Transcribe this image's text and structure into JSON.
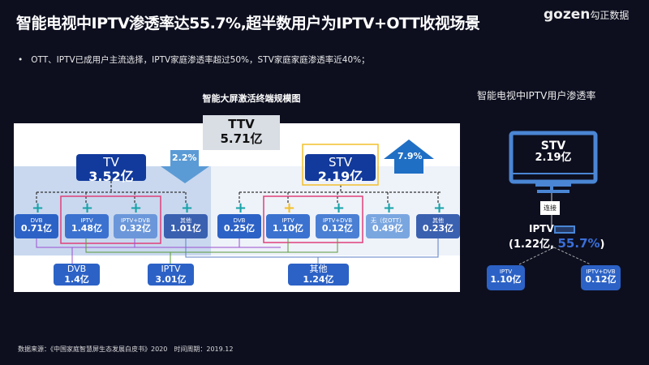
{
  "header": {
    "title": "智能电视中IPTV渗透率达55.7%,超半数用户为IPTV+OTT收视场景",
    "logo_text": "gozen",
    "logo_cn": "勾正数据"
  },
  "bullet": "OTT、IPTV已成用户主流选择，IPTV家庭渗透率超过50%，STV家庭家庭渗透率近40%；",
  "diagram": {
    "title": "智能大屏激活终端规模图",
    "ttv": {
      "label": "TTV",
      "value": "5.71亿"
    },
    "tv": {
      "label": "TV",
      "value": "3.52亿",
      "change": "2.2%"
    },
    "stv": {
      "label": "STV",
      "value": "2.19亿",
      "change": "7.9%"
    },
    "tv_children": [
      {
        "label": "DVB",
        "value": "0.71亿"
      },
      {
        "label": "IPTV",
        "value": "1.48亿"
      },
      {
        "label": "IPTV+DVB",
        "value": "0.32亿"
      },
      {
        "label": "其他",
        "value": "1.01亿"
      }
    ],
    "stv_children": [
      {
        "label": "DVB",
        "value": "0.25亿"
      },
      {
        "label": "IPTV",
        "value": "1.10亿"
      },
      {
        "label": "IPTV+DVB",
        "value": "0.12亿"
      },
      {
        "label": "无（仅OTT）",
        "value": "0.49亿"
      },
      {
        "label": "其他",
        "value": "0.23亿"
      }
    ],
    "totals": [
      {
        "label": "DVB",
        "value": "1.4亿"
      },
      {
        "label": "IPTV",
        "value": "3.01亿"
      },
      {
        "label": "其他",
        "value": "1.24亿"
      }
    ]
  },
  "right": {
    "title": "智能电视中IPTV用户渗透率",
    "screen_label": "STV",
    "screen_value": "2.19亿",
    "connect": "连接",
    "iptv": "IPTV",
    "iptv_count": "(1.22亿,",
    "iptv_pct": "55.7%",
    "close_paren": ")",
    "children": [
      {
        "label": "IPTV",
        "value": "1.10亿"
      },
      {
        "label": "IPTV+DVB",
        "value": "0.12亿"
      }
    ]
  },
  "source": "数据来源：《中国家庭智慧屏生态发展白皮书》2020　时间周期：2019.12",
  "colors": {
    "bg": "#0d0f1f",
    "accent": "#2c62c6",
    "pct": "#3a6fd8"
  }
}
